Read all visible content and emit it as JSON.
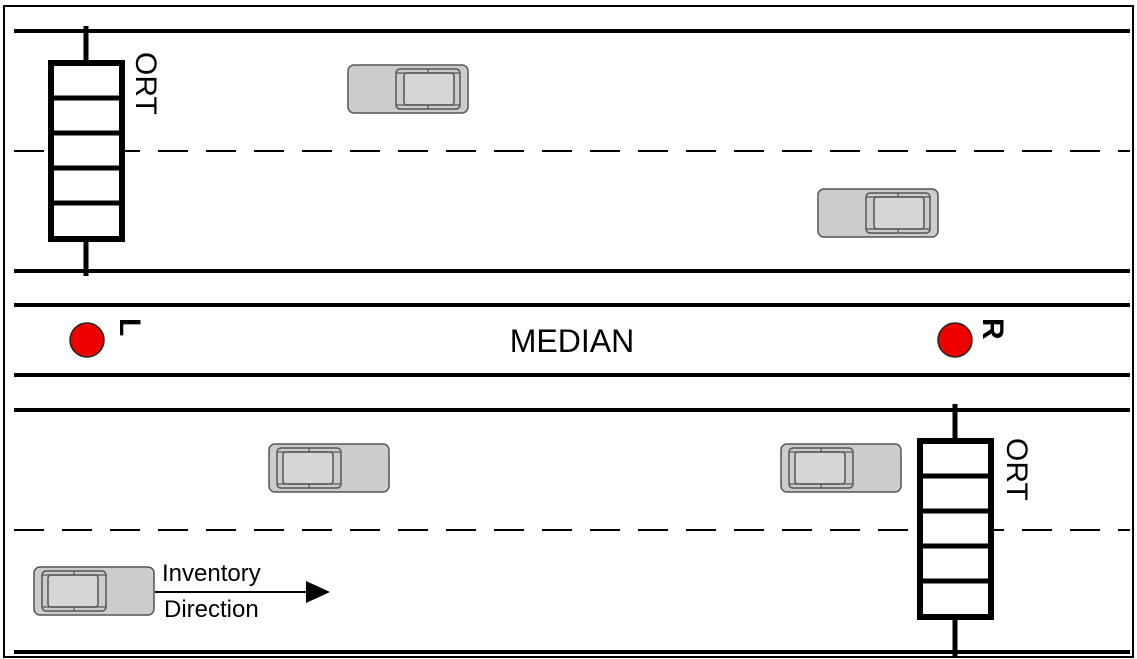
{
  "median": {
    "label": "MEDIAN"
  },
  "markers": {
    "left": {
      "label": "L"
    },
    "right": {
      "label": "R"
    },
    "color": "#ee0000"
  },
  "ort": {
    "top": {
      "label": "ORT"
    },
    "bottom": {
      "label": "ORT"
    }
  },
  "inventory": {
    "line1": "Inventory",
    "line2": "Direction"
  },
  "colors": {
    "car_body": "#cccccc",
    "car_outline": "#555555",
    "road": "#000000"
  }
}
